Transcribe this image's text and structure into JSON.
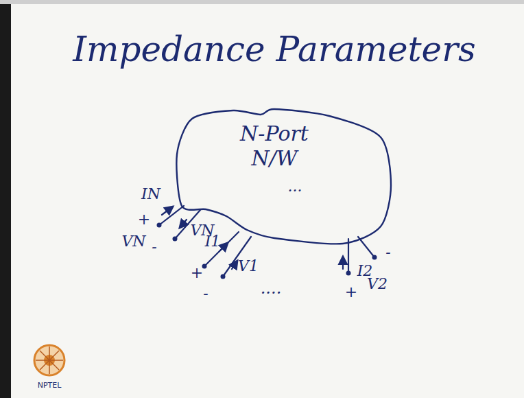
{
  "diagram": {
    "title": "Impedance Parameters",
    "nodes": [
      {
        "text": [
          "N-Port N/W"
        ]
      }
    ],
    "labels": [
      "IN",
      "+",
      "VN",
      "VN",
      "-",
      "I1",
      "+",
      "V1",
      "-",
      "....",
      "I2",
      "-",
      "+",
      "V2",
      "...",
      "NPTEL"
    ]
  }
}
